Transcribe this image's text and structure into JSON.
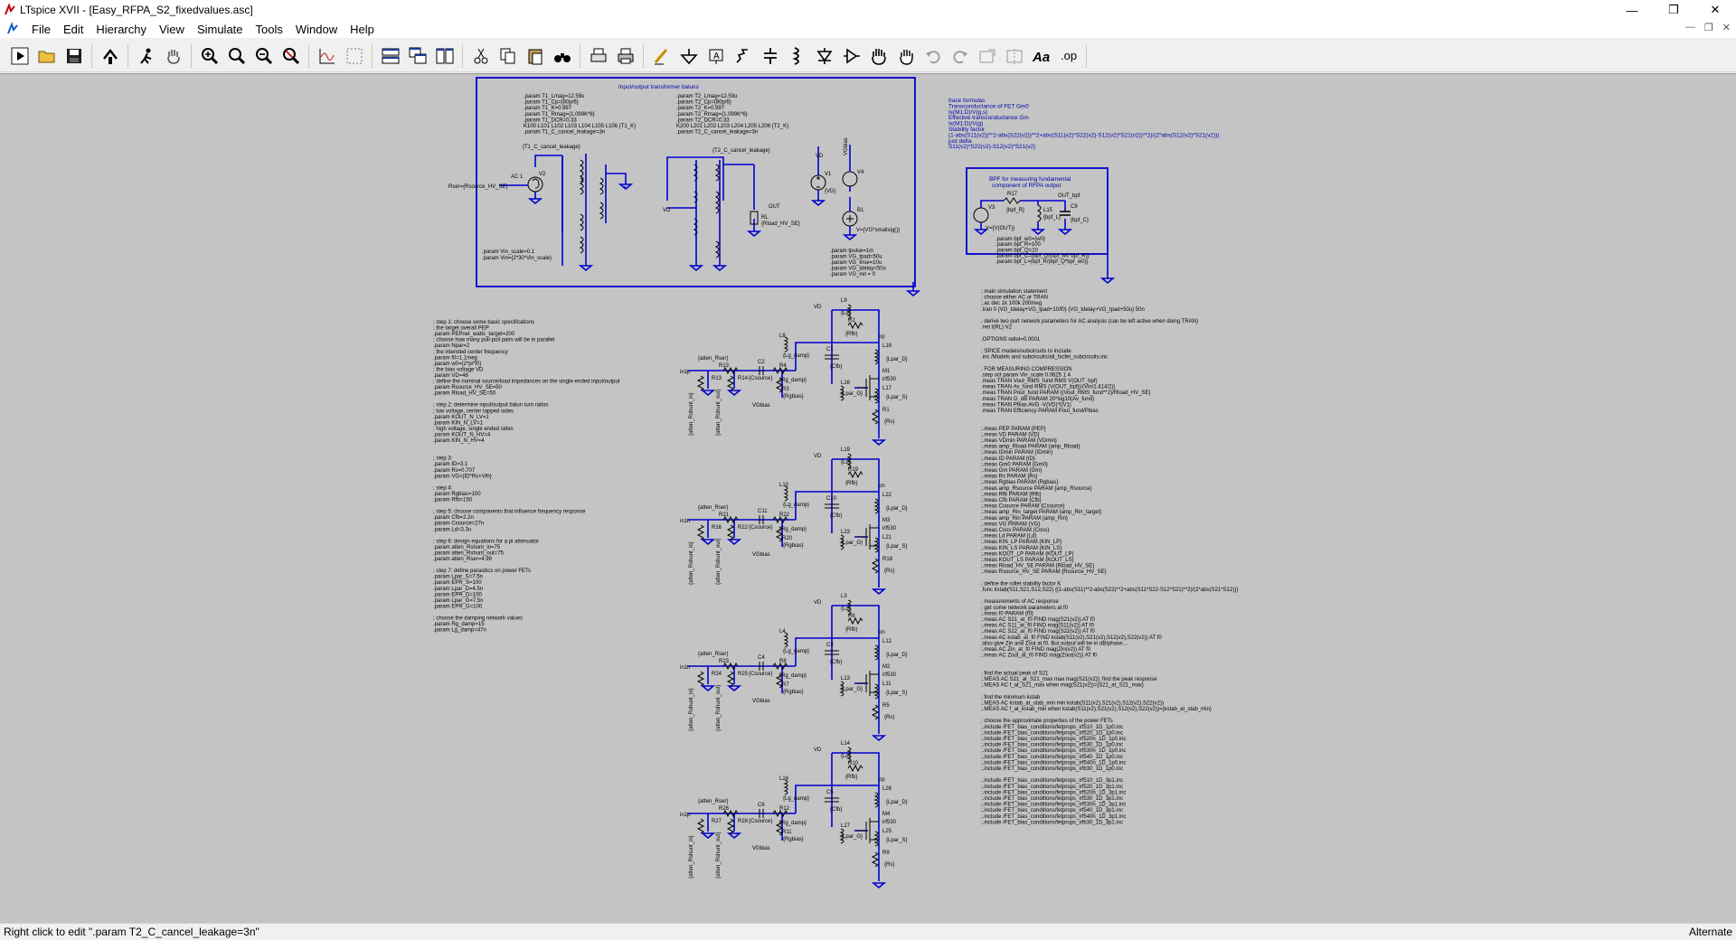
{
  "window": {
    "app": "LTspice XVII",
    "title": "LTspice XVII - [Easy_RFPA_S2_fixedvalues.asc]"
  },
  "menu": [
    "File",
    "Edit",
    "Hierarchy",
    "View",
    "Simulate",
    "Tools",
    "Window",
    "Help"
  ],
  "toolbar": [
    "run-icon",
    "open-icon",
    "save-icon",
    "control-panel-icon",
    "halt-icon",
    "pan-icon",
    "zoom-in-icon",
    "zoom-full-icon",
    "zoom-out-icon",
    "zoom-cancel-icon",
    "autorange-icon",
    "grid-icon",
    "tile-horizontal-icon",
    "cascade-icon",
    "tile-vertical-icon",
    "cut-icon",
    "copy-icon",
    "paste-icon",
    "find-icon",
    "print-setup-icon",
    "print-icon",
    "wire-icon",
    "ground-icon",
    "label-icon",
    "resistor-icon",
    "capacitor-icon",
    "inductor-icon",
    "diode-icon",
    "component-icon",
    "move-icon",
    "drag-icon",
    "undo-icon",
    "redo-icon",
    "rotate-icon",
    "mirror-icon",
    "text-icon",
    "spice-directive-icon"
  ],
  "status": {
    "hint": "Right click to edit \".param T2_C_cancel_leakage=3n\"",
    "mode": "Alternate"
  },
  "schematic": {
    "balun_box": {
      "title": "Input/output transformer baluns",
      "t1_params": [
        ".param T1_Lmag=12.59u",
        ".param T1_Cp={80p/6}",
        ".param T1_K=0.997",
        ".param T1_Rmag={1.099K*6}",
        ".param T1_DCR=0.33",
        "K100 L101 L102 L103 L104 L105 L106 {T1_K}",
        ".param T1_C_cancel_leakage=3n"
      ],
      "t2_params": [
        ".param T2_Lmag=12.59u",
        ".param T2_Cp={80p/6}",
        ".param T2_K=0.997",
        ".param T2_Rmag={1.099K*6}",
        ".param T2_DCR=0.33",
        "K200 L201 L202 L203 L204 L205 L206 {T2_K}",
        ".param T2_C_cancel_leakage=3n"
      ],
      "t1_cancel_label": "{T1_C_cancel_leakage}",
      "t2_cancel_label": "{T2_C_cancel_leakage}",
      "source_rser": "Rser={Rsource_HV_SE}",
      "source_ac": "AC 1",
      "source_name": "V2",
      "source_params": [
        ".param Vin_scale=0.1",
        ".param Vin={2*30*Vin_scale}"
      ],
      "vd_label": "VD",
      "out_label": "OUT",
      "rl_label": "RL",
      "rl_value": "{Rload_HV_SE}",
      "v1_label": "V1",
      "v1_value": "{VD}",
      "v4_label": "V4",
      "vgbias_label": "VGbias",
      "b1_label": "B1",
      "b1_value": "V={VG*smallsig()}",
      "pulse_params": [
        ".param tpulse=1m",
        ".param VG_tpad=50u",
        ".param VG_trise=10u",
        ".param VG_tdelay=50u",
        ".param VG_init = 0"
      ]
    },
    "trace_formulas": [
      "trace formulas",
      "Transconductance of FET Gm0",
      "Ix(M1:D)/V(g,s)",
      "Effective transconductance Gm",
      "Ix(M1:D)/V(g)",
      "Stability factor",
      "(1-abs(S11(v2))**2-abs(S22(v2))**2+abs(S11(v2)*S22(v2)-S12(v2)*S21(v2))**2)/(2*abs(S12(v2)*S21(v2)))",
      "just delta",
      "S11(v2)*S22(v2)-S12(v2)*S21(v2)"
    ],
    "bpf_box": {
      "title": "BPF for measuring fundamental component of RFPA output",
      "labels": [
        "V3",
        "R17",
        "{bpf_R}",
        "L15",
        "{bpf_L}",
        "C9",
        "{bpf_C}",
        "OUT_bpf",
        "V={V(OUT)}"
      ],
      "params": [
        ".param bpf_w0={w0}",
        ".param bpf_R=100",
        ".param bpf_Q=10",
        ".param bpf_C={bpf_Q/(bpf_w0*bpf_R)}",
        ".param bpf_L={bpf_R/(bpf_Q*bpf_w0)}"
      ]
    },
    "left_notes": [
      "; step 1: choose some basic specifications",
      "; the target overall PEP",
      ".param PEPnet_watts_target=200",
      "; choose how many pull-pull pairs will be in parallel",
      ".param Npar=2",
      "; the intended center frequency",
      ".param f0=1.1meg",
      ".param w0={2*pi*f0}",
      "; the bias voltage VD",
      ".param VD=48",
      "; define the nominal source/load impedances on the single-ended input/output",
      ".param Rsource_HV_SE=50",
      ".param Rload_HV_SE=50",
      "",
      "; step 2: determine input/output balun turn ratios",
      "; low voltage, center tapped sides",
      ".param KOUT_N_LV=1",
      ".param KIN_N_LV=1",
      "; high voltage, single ended sides",
      ".param KOUT_N_HV=4",
      ".param KIN_N_HV=4",
      "",
      "",
      "; step 3:",
      ".param ID=3.1",
      ".param Rs=0.707",
      ".param VG={ID*Rs+Vth}",
      "",
      "; step 4:",
      ".param Rgbias=100",
      ".param Rfb=150",
      "",
      "; step 5: choose components that influence frequency response",
      ".param Cfb=2.2n",
      ".param Csource=27n",
      ".param Ld=3.3u",
      "",
      "; step 6: design equations for a pi attenuator",
      ".param atten_Rshunt_in=75",
      ".param atten_Rshunt_out=75",
      ".param atten_Rser=4.99",
      "",
      "; step 7: define parasitics on power FETs",
      ".param Lpar_S=7.5n",
      ".param EPR_S=100",
      ".param Lpar_D=4.5n",
      ".param EPR_D=100",
      ".param Lpar_G=7.5n",
      ".param EPR_G=100",
      "",
      "; choose the damping network values",
      ".param Rg_damp=15",
      ".param Lg_damp=47n"
    ],
    "right_notes": [
      "; main simulation statement",
      "; choose either AC or TRAN",
      ";.ac dec 1k 100k 200meg",
      ".tran 0 {VG_tdelay+VG_tpad+10/f0} {VG_tdelay+VG_tpad+50u} 50n",
      "",
      "; derive two port network parameters for AC analysis (can be left active when doing TRAN)",
      ".net I(RL) V2",
      "",
      ".OPTIONS reltol=0.0001",
      "",
      "; SPICE models/subcircuits to include",
      ".inc /Models and subcircuits/all_fxcfet_subcircuits.inc",
      "",
      "; FOR MEASURING COMPRESSION",
      ".step oct param Vin_scale 0.0625 1 4",
      ".meas TRAN Vout_RMS_fund RMS V(OUT_bpf)",
      ".meas TRAN Av_fund RMS (V(OUT_bpf))/(Vin/1.414/2))",
      ".meas TRAN Pout_fund PARAM {(Vout_RMS_fund**2)/Rload_HV_SE}",
      ".meas TRAN G_dB PARAM 20*log10(Av_fund)",
      ".meas TRAN Pbias AVG -V(VD)*I(V1)",
      ".meas TRAN Efficiency PARAM Pout_fund/Pbias",
      "",
      "",
      ";.meas PEP PARAM {PEP}",
      ";.meas VD PARAM {VD}",
      ";.meas VDmin PARAM {VDmin}",
      ";.meas amp_Rload PARAM {amp_Rload}",
      ";.meas IDmin PARAM {IDmin}",
      ";.meas ID PARAM {ID}",
      ";.meas Gm0 PARAM {Gm0}",
      ";.meas Gm PARAM {Gm}",
      ";.meas Rs PARAM {Rs}",
      ";.meas Rgbias PARAM {Rgbias}",
      ";.meas amp_Rsource PARAM {amp_Rsource}",
      ";.meas Rfb PARAM {Rfb}",
      ";.meas Cfb PARAM {Cfb}",
      ";.meas Csource PARAM {Csource}",
      ";.meas amp_Rin_target PARAM {amp_Rin_target}",
      ";.meas amp_Rin PARAM {amp_Rin}",
      ";.meas VG PARAM {VG}",
      ";.meas Coss PARAM {Coss}",
      ";.meas Ld PARAM {Ld}",
      ";.meas KIN_LP PARAM {KIN_LP}",
      ";.meas KIN_LS PARAM {KIN_LS}",
      ";.meas KOUT_LP PARAM {KOUT_LP}",
      ";.meas KOUT_LS PARAM {KOUT_LS}",
      ";.meas Rload_HV_SE PARAM {Rload_HV_SE}",
      ";.meas Rsource_HV_SE PARAM {Rsource_HV_SE}",
      "",
      "; define the rollet stability factor K",
      ".func kstab(S11,S21,S12,S22) {(1-abs(S11)**2-abs(S22)**2+abs(S11*S22-S12*S21)**2)/(2*abs(S21*S12))}",
      "",
      "; measurements of AC response",
      "; get some network parameters at f0",
      ";.meas f0 PARAM {f0}",
      ";.meas AC S21_at_f0 FIND mag(S21(v2)) AT f0",
      ";.meas AC S11_at_f0 FIND mag(S11(v2)) AT f0",
      ";.meas AC S22_at_f0 FIND mag(S22(v2)) AT f0",
      ";.meas AC kstab_at_f0 FIND kstab(S11(v2),S21(v2),S12(v2),S22(v2)) AT f0",
      ";also give Zin and Zout at f0. But output will be in dB/phase....",
      ";.meas AC Zin_at_f0 FIND mag(Zin(v2)) AT f0",
      ";.meas AC Zout_at_f0 FIND mag(Zout(v2)) AT f0",
      "",
      "",
      "; find the actual peak of S21",
      ";.MEAS AC S21_at_S21_max max mag(S21(v2)); find the peak response",
      ";.MEAS AC f_at_S21_max when mag(S21(v2))={S21_at_S21_max}",
      "",
      "; find the minimum kstab",
      ";.MEAS AC kstab_at_stab_min min kstab(S11(v2),S21(v2),S12(v2),S22(v2))",
      ";.MEAS AC f_at_kstab_min when kstab(S11(v2),S21(v2),S12(v2),S22(v2))={kstab_at_stab_min}",
      "",
      "; choose the approximate properties of the power FETs",
      ";.include /FET_bias_conditions/fetprops_irf510_1D_1p0.inc",
      ";.include /FET_bias_conditions/fetprops_irf520_1D_1p0.inc",
      ";.include /FET_bias_conditions/fetprops_irf520n_1D_1p0.inc",
      ";.include /FET_bias_conditions/fetprops_irf530_1D_1p0.inc",
      ";.include /FET_bias_conditions/fetprops_irf530n_1D_1p0.inc",
      ";.include /FET_bias_conditions/fetprops_irf540_1D_1p0.inc",
      ";.include /FET_bias_conditions/fetprops_irf540n_1D_1p0.inc",
      ";.include /FET_bias_conditions/fetprops_irfb30_1D_1p0.inc",
      "",
      ";.include /FET_bias_conditions/fetprops_irf510_1D_3p1.inc",
      ";.include /FET_bias_conditions/fetprops_irf520_1D_3p1.inc",
      ";.include /FET_bias_conditions/fetprops_irf520n_1D_3p1.inc",
      ";.include /FET_bias_conditions/fetprops_irf530_1D_3p1.inc",
      ";.include /FET_bias_conditions/fetprops_irf530n_1D_3p1.inc",
      ";.include /FET_bias_conditions/fetprops_irf540_1D_3p1.inc",
      ";.include /FET_bias_conditions/fetprops_irf540n_1D_3p1.inc",
      ";.include /FET_bias_conditions/fetprops_irfb30_1D_3p1.inc"
    ],
    "stage_labels": {
      "vd": "VD",
      "ld": "{Ld}",
      "rfb": "{Rfb}",
      "cfb": "{Cfb}",
      "atten": "{atten_Rser}",
      "csource": "{Csource}",
      "rg_damp": "{Rg_damp}",
      "lg_damp": "{Lg_damp}",
      "rgbias": "{Rgbias}",
      "vgbias": "VGbias",
      "lpar_g": "{Lpar_G}",
      "lpar_d": "{Lpar_D}",
      "lpar_s": "{Lpar_S}",
      "fet": "irf530",
      "rs": "{Rs}",
      "shunt_in": "{atten_Rshunt_in}",
      "shunt_out": "{atten_Rshunt_out}"
    },
    "stages": [
      {
        "in": "in1p",
        "out": "op",
        "l_d": "L9",
        "r_fb": "R2",
        "c_fb": "C1",
        "r_ser": "R13",
        "c_src": "C2",
        "r_damp": "R4",
        "l_damp": "L8",
        "r_bias": "R3",
        "r_sh1": "R13",
        "r_sh2": "R14",
        "lg": "L16",
        "fet": "M1",
        "ld": "L18",
        "ls": "L17",
        "rs": "R1"
      },
      {
        "in": "in1n",
        "out": "on",
        "l_d": "L19",
        "r_fb": "R19",
        "c_fb": "C10",
        "r_ser": "R21",
        "c_src": "C11",
        "r_damp": "R22",
        "l_damp": "L10",
        "r_bias": "R20",
        "r_sh1": "R16",
        "r_sh2": "R22",
        "lg": "L23",
        "fet": "M3",
        "ld": "L22",
        "ls": "L21",
        "rs": "R18"
      },
      {
        "in": "in1n",
        "out": "on",
        "l_d": "L3",
        "r_fb": "R6",
        "c_fb": "C3",
        "r_ser": "R23",
        "c_src": "C4",
        "r_damp": "R8",
        "l_damp": "L4",
        "r_bias": "R7",
        "r_sh1": "R24",
        "r_sh2": "R25",
        "lg": "L13",
        "fet": "M2",
        "ld": "L12",
        "ls": "L11",
        "rs": "R5"
      },
      {
        "in": "in1p",
        "out": "op",
        "l_d": "L14",
        "r_fb": "R10",
        "c_fb": "C5",
        "r_ser": "R26",
        "c_src": "C6",
        "r_damp": "R12",
        "l_damp": "L24",
        "r_bias": "R11",
        "r_sh1": "R27",
        "r_sh2": "R28",
        "lg": "L27",
        "fet": "M4",
        "ld": "L26",
        "ls": "L25",
        "rs": "R9"
      }
    ]
  }
}
